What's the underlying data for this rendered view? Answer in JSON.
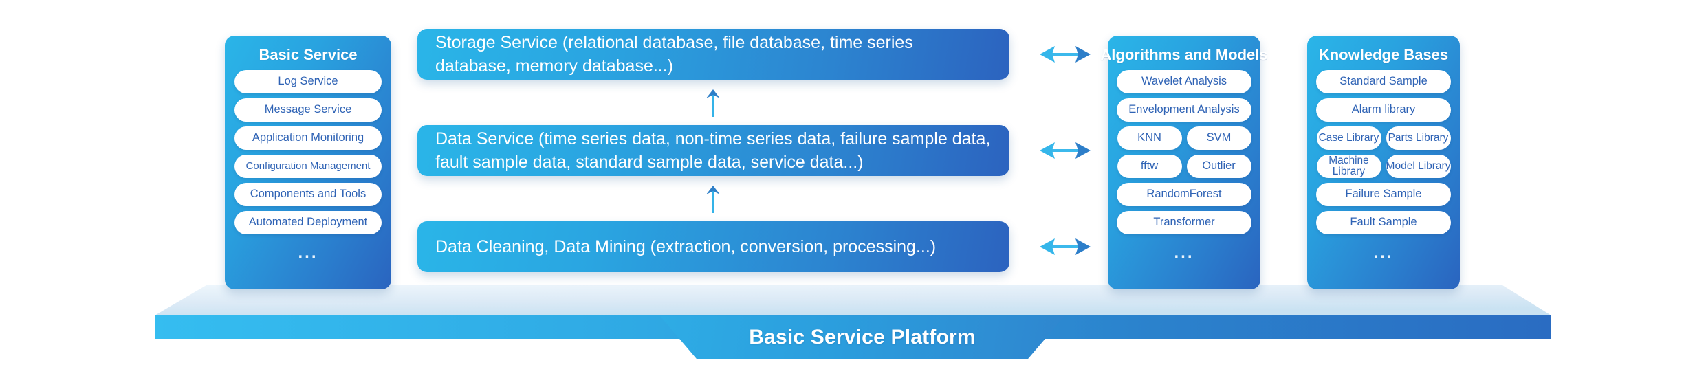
{
  "colors": {
    "cyan": "#2ab5e8",
    "blue": "#2a64bf",
    "pill_text": "#2f63b5",
    "slab_light": "#dcecf7",
    "slab_edge_left": "#2fb4ea",
    "slab_edge_right": "#2b6fc2"
  },
  "platform": {
    "label": "Basic Service Platform"
  },
  "panels": {
    "basic_service": {
      "title": "Basic Service",
      "items": [
        "Log Service",
        "Message Service",
        "Application Monitoring",
        "Configuration Management",
        "Components and Tools",
        "Automated Deployment"
      ],
      "more": "..."
    },
    "algorithms": {
      "title": "Algorithms and Models",
      "items": [
        "Wavelet Analysis",
        "Envelopment Analysis"
      ],
      "pairs": [
        [
          "KNN",
          "SVM"
        ],
        [
          "fftw",
          "Outlier"
        ]
      ],
      "items_tail": [
        "RandomForest",
        "Transformer"
      ],
      "more": "..."
    },
    "knowledge_bases": {
      "title": "Knowledge Bases",
      "items": [
        "Standard Sample",
        "Alarm library"
      ],
      "pairs": [
        [
          "Case Library",
          "Parts Library"
        ],
        [
          "Machine Library",
          "Model Library"
        ]
      ],
      "items_tail": [
        "Failure Sample",
        "Fault Sample"
      ],
      "more": "..."
    }
  },
  "center_stack": {
    "storage": "Storage Service (relational database, file database, time series database, memory database...)",
    "data": "Data Service (time series data, non-time series data, failure sample data, fault sample data, standard sample data, service data...)",
    "cleaning": "Data Cleaning, Data Mining (extraction, conversion, processing...)"
  }
}
